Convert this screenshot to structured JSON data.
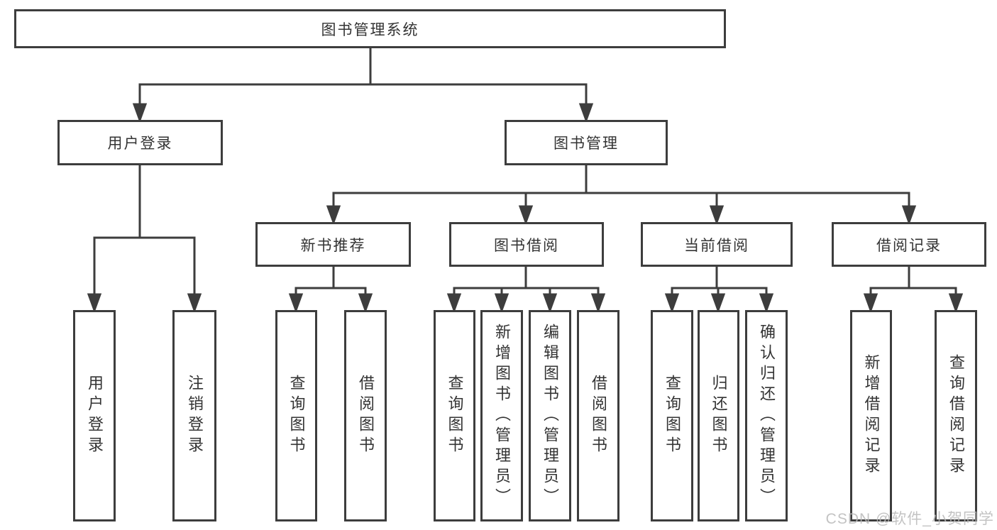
{
  "colors": {
    "line": "#3d3d3d",
    "box_border": "#3d3d3d",
    "text": "#333333",
    "background": "#ffffff",
    "watermark": "#b9b9b9"
  },
  "watermark": {
    "text": "CSDN @软件_小贺同学"
  },
  "tree": {
    "label": "图书管理系统",
    "children": [
      {
        "label": "用户登录",
        "children": [
          {
            "label": "用户登录"
          },
          {
            "label": "注销登录"
          }
        ]
      },
      {
        "label": "图书管理",
        "children": [
          {
            "label": "新书推荐",
            "children": [
              {
                "label": "查询图书"
              },
              {
                "label": "借阅图书"
              }
            ]
          },
          {
            "label": "图书借阅",
            "children": [
              {
                "label": "查询图书"
              },
              {
                "label": "新增图书（管理员）"
              },
              {
                "label": "编辑图书（管理员）"
              },
              {
                "label": "借阅图书"
              }
            ]
          },
          {
            "label": "当前借阅",
            "children": [
              {
                "label": "查询图书"
              },
              {
                "label": "归还图书"
              },
              {
                "label": "确认归还（管理员）"
              }
            ]
          },
          {
            "label": "借阅记录",
            "children": [
              {
                "label": "新增借阅记录"
              },
              {
                "label": "查询借阅记录"
              }
            ]
          }
        ]
      }
    ]
  }
}
